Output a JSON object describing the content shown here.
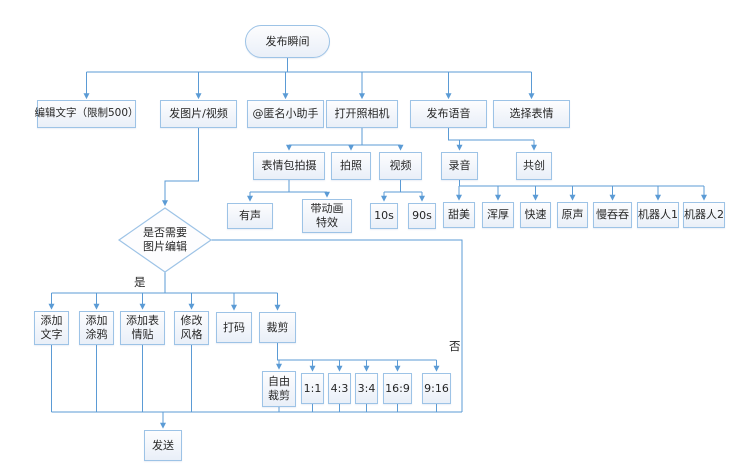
{
  "diagram": {
    "colors": {
      "bg": "#ffffff",
      "line": "#5b9bd5",
      "border": "#9dc3e6",
      "fill_top": "#fdfdfe",
      "fill_bottom": "#e9eff8",
      "text": "#262626"
    },
    "nodes": {
      "start": "发布瞬间",
      "edit_text": "编辑文字（限制500）",
      "post_media": "发图片/视频",
      "at_helper": "@匿名小助手",
      "open_camera": "打开照相机",
      "post_voice": "发布语音",
      "choose_emoji": "选择表情",
      "emoji_shoot": "表情包拍摄",
      "photo": "拍照",
      "video": "视频",
      "record": "录音",
      "cocreate": "共创",
      "with_sound": "有声",
      "anim_fx": "带动画特效",
      "s10": "10s",
      "s90": "90s",
      "sweet": "甜美",
      "deep": "浑厚",
      "fast": "快速",
      "original_voice": "原声",
      "slow": "慢吞吞",
      "robot1": "机器人1",
      "robot2": "机器人2",
      "decision": "是否需要图片编辑",
      "add_text": "添加文字",
      "add_doodle": "添加涂鸦",
      "add_sticker": "添加表情贴",
      "change_style": "修改风格",
      "mosaic": "打码",
      "crop": "裁剪",
      "free_crop": "自由裁剪",
      "ratio_1_1": "1:1",
      "ratio_4_3": "4:3",
      "ratio_3_4": "3:4",
      "ratio_16_9": "16:9",
      "ratio_9_16": "9:16",
      "send": "发送"
    },
    "branch_labels": {
      "yes": "是",
      "no": "否"
    },
    "edges": [
      {
        "from": "start",
        "to": [
          "edit_text",
          "post_media",
          "at_helper",
          "open_camera",
          "post_voice",
          "choose_emoji"
        ]
      },
      {
        "from": "post_media",
        "to": [
          "decision"
        ]
      },
      {
        "from": "open_camera",
        "to": [
          "emoji_shoot",
          "photo",
          "video"
        ]
      },
      {
        "from": "post_voice",
        "to": [
          "record",
          "cocreate"
        ]
      },
      {
        "from": "emoji_shoot",
        "to": [
          "with_sound",
          "anim_fx"
        ]
      },
      {
        "from": "video",
        "to": [
          "s10",
          "s90"
        ]
      },
      {
        "from": "record",
        "to": [
          "sweet",
          "deep",
          "fast",
          "original_voice",
          "slow",
          "robot1",
          "robot2"
        ]
      },
      {
        "from": "decision",
        "label": "是",
        "to": [
          "add_text",
          "add_doodle",
          "add_sticker",
          "change_style",
          "mosaic",
          "crop"
        ]
      },
      {
        "from": "decision",
        "label": "否",
        "to": [
          "send"
        ]
      },
      {
        "from": "crop",
        "to": [
          "free_crop",
          "ratio_1_1",
          "ratio_4_3",
          "ratio_3_4",
          "ratio_16_9",
          "ratio_9_16"
        ]
      },
      {
        "from": "add_text+add_doodle+add_sticker+change_style+crop_options",
        "to": [
          "send"
        ]
      }
    ]
  }
}
